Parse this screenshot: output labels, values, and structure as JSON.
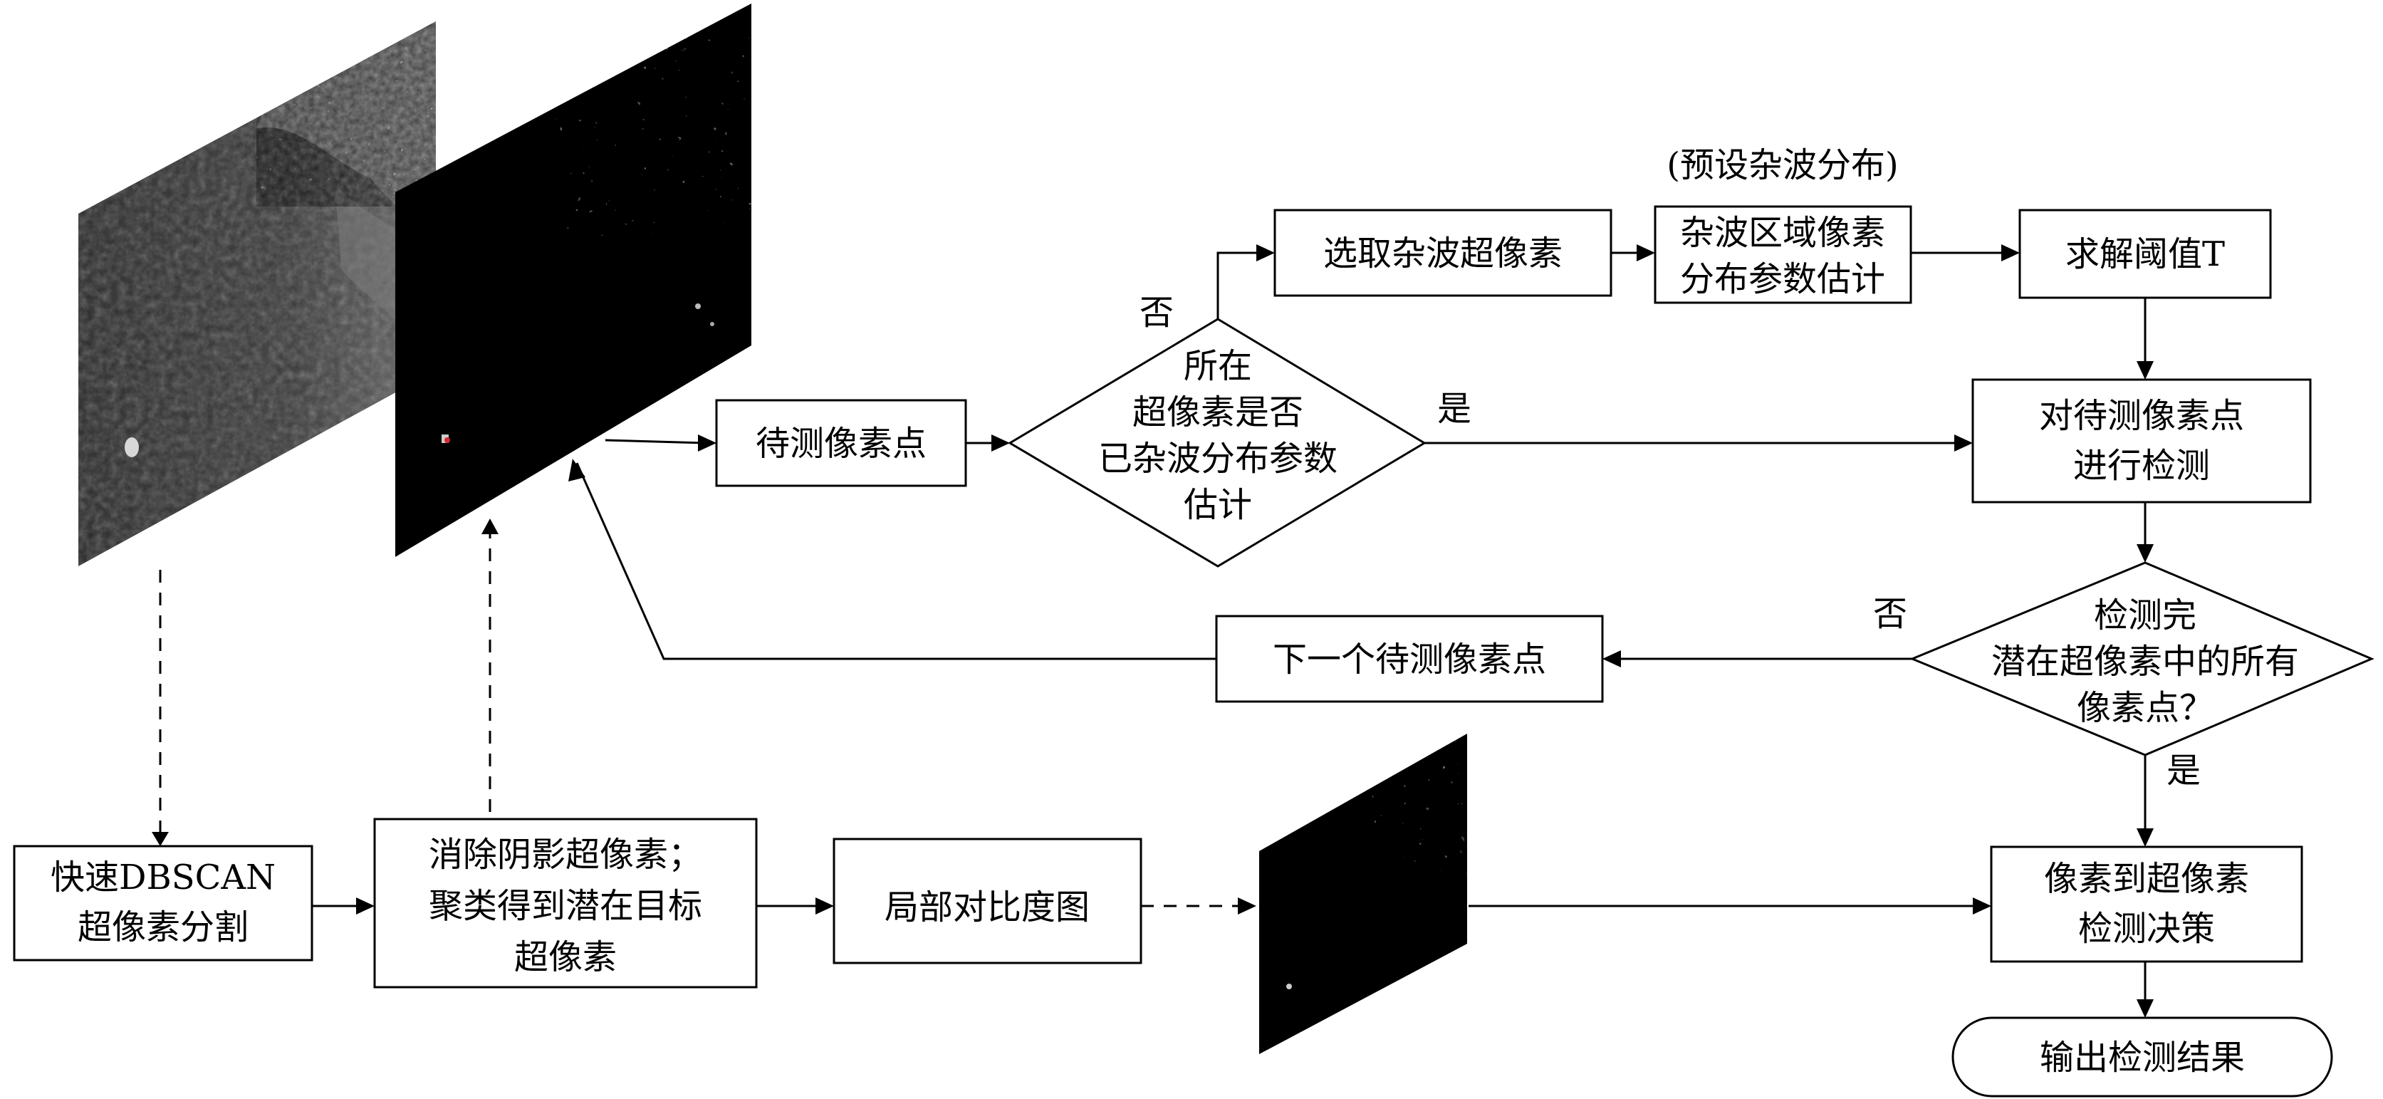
{
  "nodes": {
    "fast_dbscan": {
      "lines": [
        "快速DBSCAN",
        "超像素分割"
      ]
    },
    "remove_shadow": {
      "lines": [
        "消除阴影超像素；",
        "聚类得到潜在目标",
        "超像素"
      ]
    },
    "local_contrast": {
      "lines": [
        "局部对比度图"
      ]
    },
    "pixel_to_test": {
      "lines": [
        "待测像素点"
      ]
    },
    "decision_estimated": {
      "lines": [
        "所在",
        "超像素是否",
        "已杂波分布参数",
        "估计"
      ]
    },
    "select_clutter": {
      "lines": [
        "选取杂波超像素"
      ]
    },
    "preset_clutter": {
      "lines": [
        "(预设杂波分布)"
      ]
    },
    "param_estimation": {
      "lines": [
        "杂波区域像素",
        "分布参数估计"
      ]
    },
    "solve_threshold": {
      "lines": [
        "求解阈值T"
      ]
    },
    "detect_pixel": {
      "lines": [
        "对待测像素点",
        "进行检测"
      ]
    },
    "decision_done": {
      "lines": [
        "检测完",
        "潜在超像素中的所有",
        "像素点？"
      ]
    },
    "next_pixel": {
      "lines": [
        "下一个待测像素点"
      ]
    },
    "pixel_to_superpixel": {
      "lines": [
        "像素到超像素",
        "检测决策"
      ]
    },
    "output_result": {
      "lines": [
        "输出检测结果"
      ]
    }
  },
  "edge_labels": {
    "no_top": "否",
    "yes_mid": "是",
    "no_loop": "否",
    "yes_bottom": "是"
  }
}
